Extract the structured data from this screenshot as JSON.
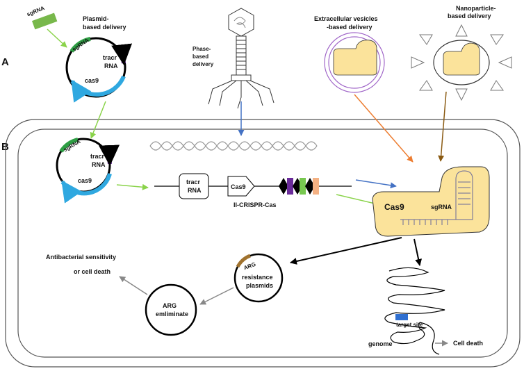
{
  "panels": {
    "a": "A",
    "b": "B"
  },
  "plasmid_delivery": {
    "sgrna_fragment": "sgRNA",
    "title_line1": "Plasmid-",
    "title_line2": "based delivery",
    "sgrna": "sgRNA",
    "tracr_line1": "tracr",
    "tracr_line2": "RNA",
    "cas9": "cas9"
  },
  "phage_delivery": {
    "line1": "Phase-",
    "line2": "based",
    "line3": "delivery"
  },
  "ev_delivery": {
    "line1": "Extracellular vesicles",
    "line2": "-based delivery"
  },
  "nano_delivery": {
    "line1": "Nanoparticle-",
    "line2": "based delivery"
  },
  "cell_plasmid": {
    "sgrna": "sgRNA",
    "tracr_line1": "tracr",
    "tracr_line2": "RNA",
    "cas9": "cas9"
  },
  "locus": {
    "tracr_line1": "tracr",
    "tracr_line2": "RNA",
    "cas9": "Cas9",
    "system": "II-CRISPR-Cas"
  },
  "complex": {
    "cas9": "Cas9",
    "sgrna": "sgRNA"
  },
  "resistance": {
    "arg": "ARG",
    "line1": "resistance",
    "line2": "plasmids"
  },
  "arg_eliminate": {
    "line1": "ARG",
    "line2": "emliminate"
  },
  "outcome": {
    "line1": "Antibacterial sensitivity",
    "line2": "or  cell death"
  },
  "genome": {
    "target": "target site",
    "genome": "genome",
    "death": "Cell death"
  },
  "colors": {
    "green": "#2e9e44",
    "light_green": "#8ad34a",
    "blue": "#2fa8e0",
    "purple": "#6a2b9a",
    "cas9_fill": "#fbe39b",
    "arrow_blue": "#4472c4",
    "arrow_orange": "#ed7d31",
    "arrow_brown": "#8a5a12",
    "ev_ring": "#a066c8",
    "arg_brown": "#a0722e"
  }
}
